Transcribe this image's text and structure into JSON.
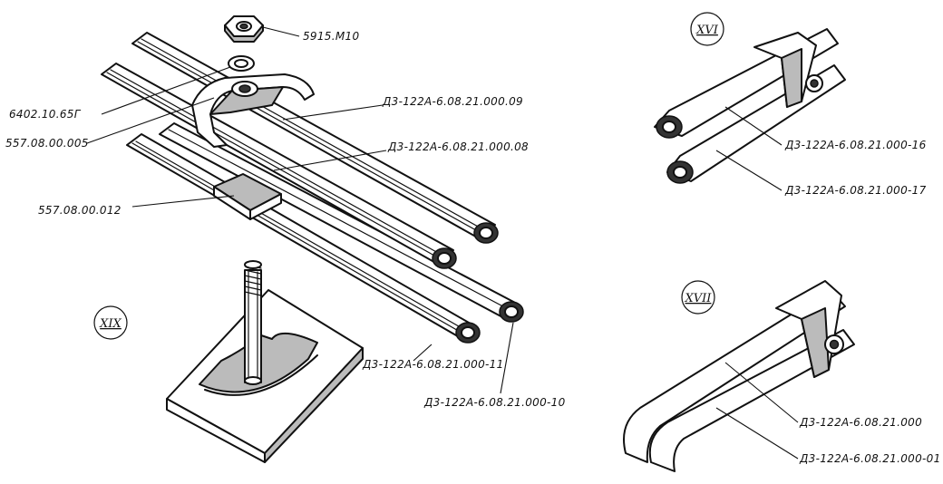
{
  "labels": {
    "nut": "5915.М10",
    "washer": "6402.10.65Г",
    "clamp": "557.08.00.005",
    "spacer": "557.08.00.012",
    "pipe_09": "Д3-122А-6.08.21.000.09",
    "pipe_08": "Д3-122А-6.08.21.000.08",
    "pipe_11": "Д3-122А-6.08.21.000-11",
    "pipe_10": "Д3-122А-6.08.21.000-10",
    "pipe_16": "Д3-122А-6.08.21.000-16",
    "pipe_17": "Д3-122А-6.08.21.000-17",
    "pipe_000": "Д3-122А-6.08.21.000",
    "pipe_01": "Д3-122А-6.08.21.000-01"
  },
  "views": {
    "view_16": "XVI",
    "view_17": "XVII",
    "view_19": "XIX"
  }
}
